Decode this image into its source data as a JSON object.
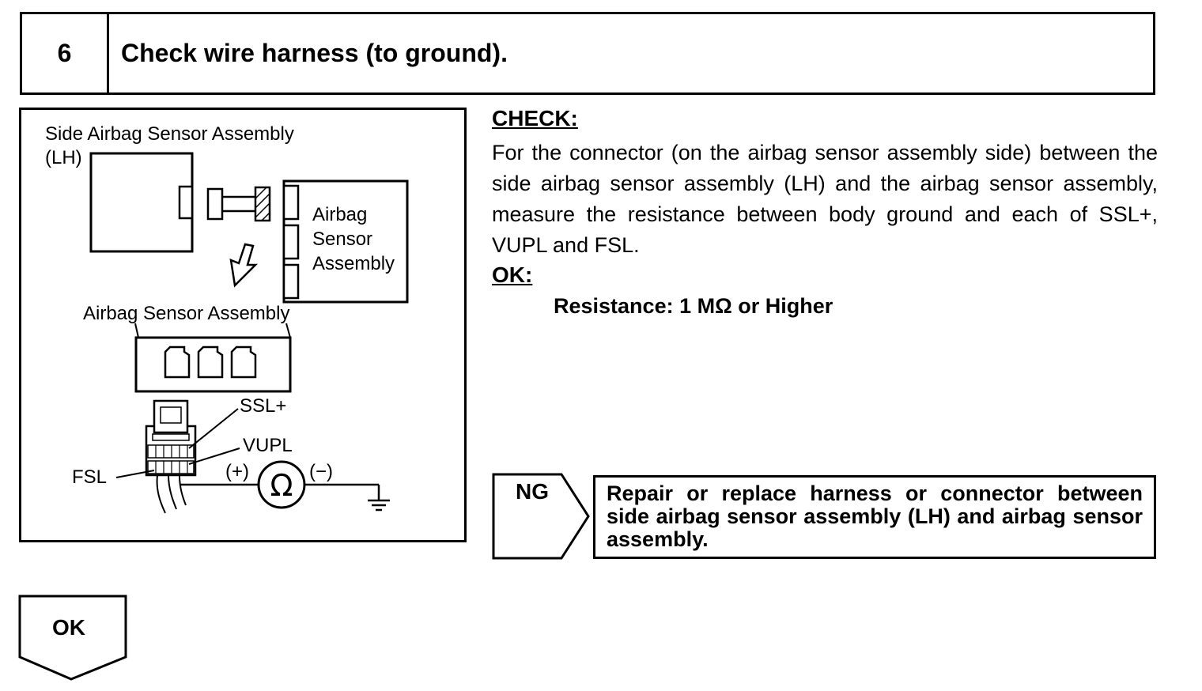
{
  "step": {
    "number": "6",
    "title": "Check wire harness (to ground)."
  },
  "figure": {
    "side_sensor_label_line1": "Side Airbag Sensor Assembly",
    "side_sensor_label_line2": "(LH)",
    "airbag_box_label_line1": "Airbag",
    "airbag_box_label_line2": "Sensor",
    "airbag_box_label_line3": "Assembly",
    "airbag_sensor_assembly_label": "Airbag Sensor Assembly",
    "terminal_ssl": "SSL+",
    "terminal_vupl": "VUPL",
    "terminal_fsl": "FSL",
    "probe_plus": "(+)",
    "probe_minus": "(−)",
    "ohm_symbol": "Ω"
  },
  "check": {
    "heading": "CHECK:",
    "body": "For the connector (on the airbag sensor assembly side) between the side airbag sensor assembly (LH) and the airbag sensor assembly, measure the resistance between body ground and each of SSL+, VUPL and FSL."
  },
  "ok_section": {
    "heading": "OK:",
    "spec": "Resistance: 1 MΩ or Higher"
  },
  "ng": {
    "label": "NG",
    "action": "Repair or replace harness or connector between side airbag sensor assembly (LH) and airbag sensor assembly."
  },
  "ok_flow": {
    "label": "OK"
  }
}
